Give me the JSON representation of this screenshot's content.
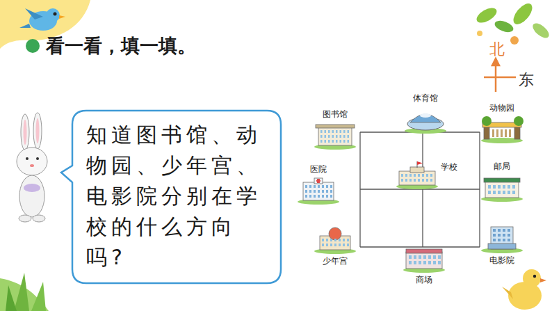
{
  "diagram": {
    "title": "看一看，填一填。",
    "nodes": [
      {
        "text": [
          "知道图书馆、动物园、少年宫、电影院分别在学校的什么方向吗?"
        ]
      },
      {
        "text": [
          "图书馆"
        ]
      },
      {
        "text": [
          "体育馆"
        ]
      },
      {
        "text": [
          "动物园"
        ]
      },
      {
        "text": [
          "医院"
        ]
      },
      {
        "text": [
          "学校"
        ]
      },
      {
        "text": [
          "邮局"
        ]
      },
      {
        "text": [
          "少年宫"
        ]
      },
      {
        "text": [
          "商场"
        ]
      },
      {
        "text": [
          "电影院"
        ]
      }
    ],
    "labels": [
      "北",
      "东"
    ]
  }
}
